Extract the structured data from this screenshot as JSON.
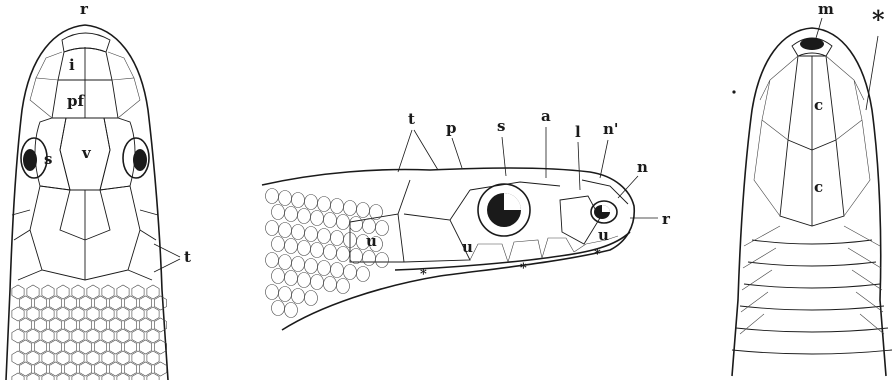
{
  "dorsal_view": {
    "labels": {
      "r": "r",
      "i": "i",
      "pf": "pf",
      "s": "s",
      "v": "v",
      "t": "t"
    }
  },
  "lateral_view": {
    "labels": {
      "t": "t",
      "p": "p",
      "s": "s",
      "a": "a",
      "l": "l",
      "n_prime": "n'",
      "n": "n",
      "r": "r",
      "u1": "u",
      "u2": "u",
      "u3": "u",
      "star1": "*",
      "star2": "*",
      "star3": "*"
    }
  },
  "ventral_view": {
    "labels": {
      "m": "m",
      "star": "*",
      "c1": "c",
      "c2": "c"
    }
  }
}
